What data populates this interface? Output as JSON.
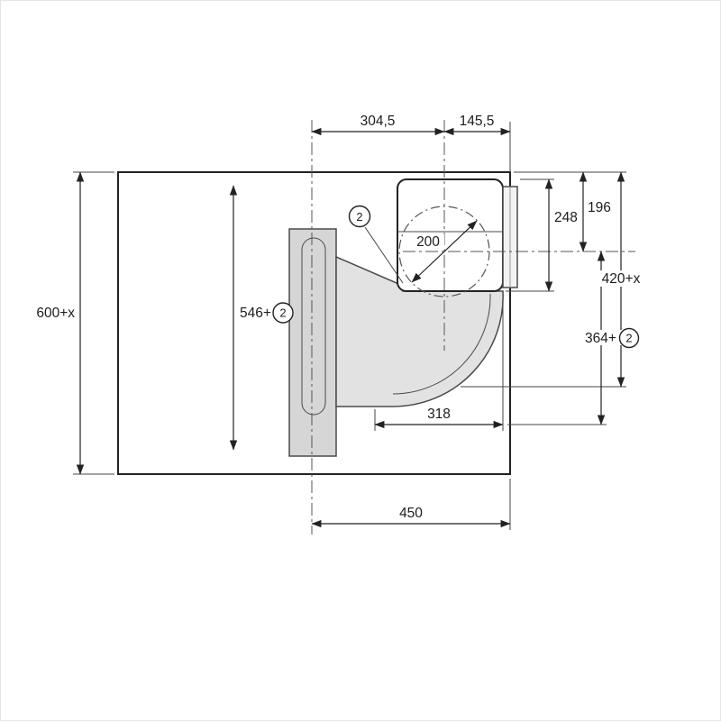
{
  "figure": {
    "type": "appliance-installation-drawing",
    "labels": {
      "top_width_left": "304,5",
      "top_width_right": "145,5",
      "overall_height": "600+x",
      "inner_height_value": "546+",
      "inner_height_ref": "2",
      "callout_ref": "2",
      "duct_diameter": "200",
      "fan_height": "248",
      "top_to_axis": "196",
      "right_height_outer": "420+x",
      "right_height_inner_value": "364+",
      "right_height_inner_ref": "2",
      "outlet_width": "318",
      "base_width": "450"
    },
    "colors": {
      "line": "#222222",
      "flat_duct_fill": "#d6d6d6",
      "elbow_fill": "#e2e2e2",
      "fan_fill": "#ececec"
    }
  }
}
